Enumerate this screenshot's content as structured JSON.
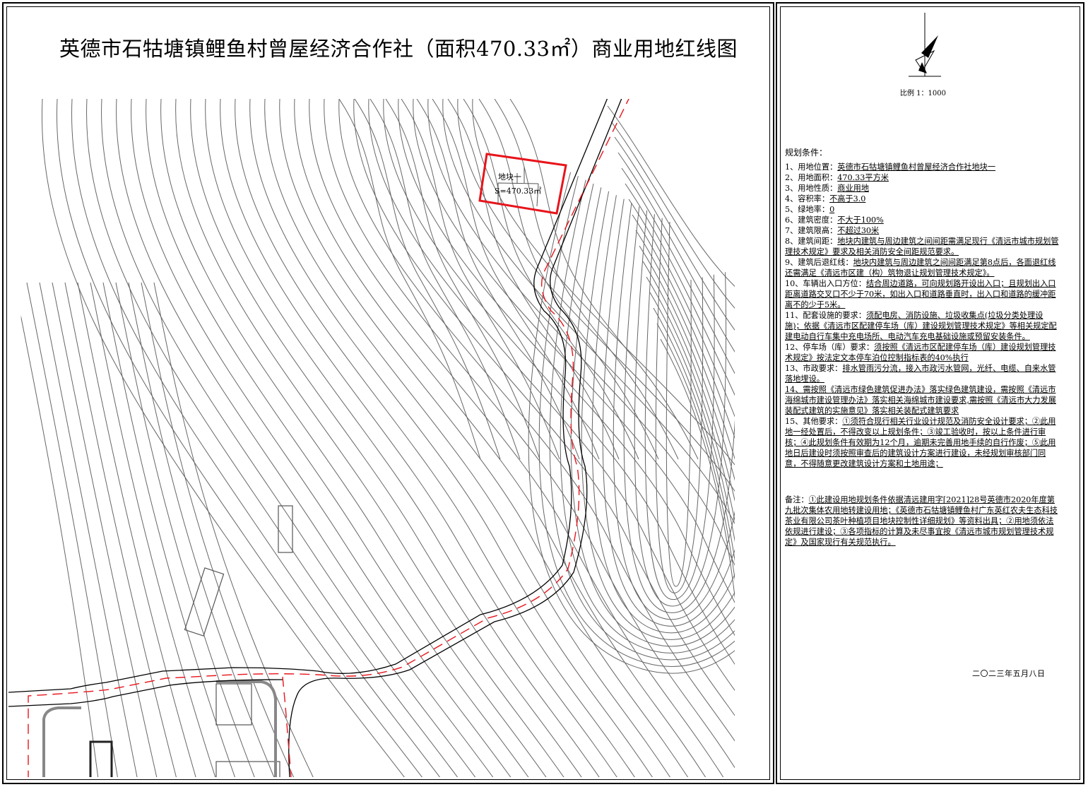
{
  "title": "英德市石牯塘镇鲤鱼村曾屋经济合作社（面积470.33㎡）商业用地红线图",
  "map": {
    "plot_label": "地块一",
    "plot_area": "S=470.33㎡",
    "plot_outline_color": "#e8141b",
    "road_centerline_color": "#e8141b",
    "contour_color": "#666666",
    "north_arrow_icon": "north-arrow-icon"
  },
  "scale": "比例 1：1000",
  "conditions": {
    "heading": "规划条件：",
    "items": [
      {
        "label": "1、用地位置：",
        "value": "英德市石牯塘镇鲤鱼村曾屋经济合作社地块一"
      },
      {
        "label": "2、用地面积：",
        "value": "470.33平方米"
      },
      {
        "label": "3、用地性质：",
        "value": "商业用地"
      },
      {
        "label": "4、容积率：",
        "value": "不高于3.0"
      },
      {
        "label": "5、绿地率：",
        "value": "0"
      },
      {
        "label": "6、建筑密度：",
        "value": "不大于100%"
      },
      {
        "label": "7、建筑限高：",
        "value": "不超过30米"
      },
      {
        "label": "8、建筑间距：",
        "value": "地块内建筑与周边建筑之间间距需满足现行《清远市城市规划管理技术规定》要求及相关消防安全间距规范要求。"
      },
      {
        "label": "9、建筑后退红线：",
        "value": "地块内建筑与周边建筑之间间距满足第8点后，各面退红线还需满足《清远市区建（构）筑物退让规划管理技术规定》。"
      },
      {
        "label": "10、车辆出入口方位：",
        "value": "结合周边道路，可向规划路开设出入口；且规划出入口距离道路交叉口不少于70米，如出入口和道路垂直时，出入口和道路的缓冲距离不的少于5米。"
      },
      {
        "label": "11、配套设施的要求：",
        "value": "须配电房、消防设施、垃圾收集点(垃圾分类处理设施)；依据《清远市区配建停车场（库）建设规划管理技术规定》等相关规定配建电动自行车集中充电场所、电动汽车充电基础设施或预留安装条件。"
      },
      {
        "label": "12、停车场（库）要求：",
        "value": "须按照《清远市区配建停车场（库）建设规划管理技术规定》按法定文本停车泊位控制指标表的40%执行"
      },
      {
        "label": "13、市政要求：",
        "value": "排水管雨污分流，接入市政污水管网，光纤、电缆、自来水管落地埋设。"
      },
      {
        "label": "",
        "value": "14、需按照《清远市绿色建筑促进办法》落实绿色建筑建设，需按照《清远市海绵城市建设管理办法》落实相关海绵城市建设要求,需按照《清远市大力发展装配式建筑的实施意见》落实相关装配式建筑要求"
      },
      {
        "label": "15、其他要求：",
        "value": "①须符合现行相关行业设计规范及消防安全设计要求；②此用地一经处置后，不得改变以上规划条件；③竣工验收时，按以上条件进行审核；④此规划条件有效期为12个月，逾期未完善用地手续的自行作废；⑤此用地日后建设时须按照审查后的建筑设计方案进行建设，未经规划审核部门同意，不得随意更改建筑设计方案和土地用途；"
      }
    ],
    "note_label": "备注：",
    "note": "①此建设用地规划条件依据清远建用字[2021]28号英德市2020年度第九批次集体农用地转建设用地；《英德市石牯塘镇鲤鱼村广东英红农夫生态科技茶业有限公司茶叶种植项目地块控制性详细规划》等资料出具；②用地须依法依规进行建设；③各项指标的计算及未尽事宜按《清远市城市规划管理技术规定》及国家现行有关规范执行。"
  },
  "date": "二〇二三年五月八日"
}
